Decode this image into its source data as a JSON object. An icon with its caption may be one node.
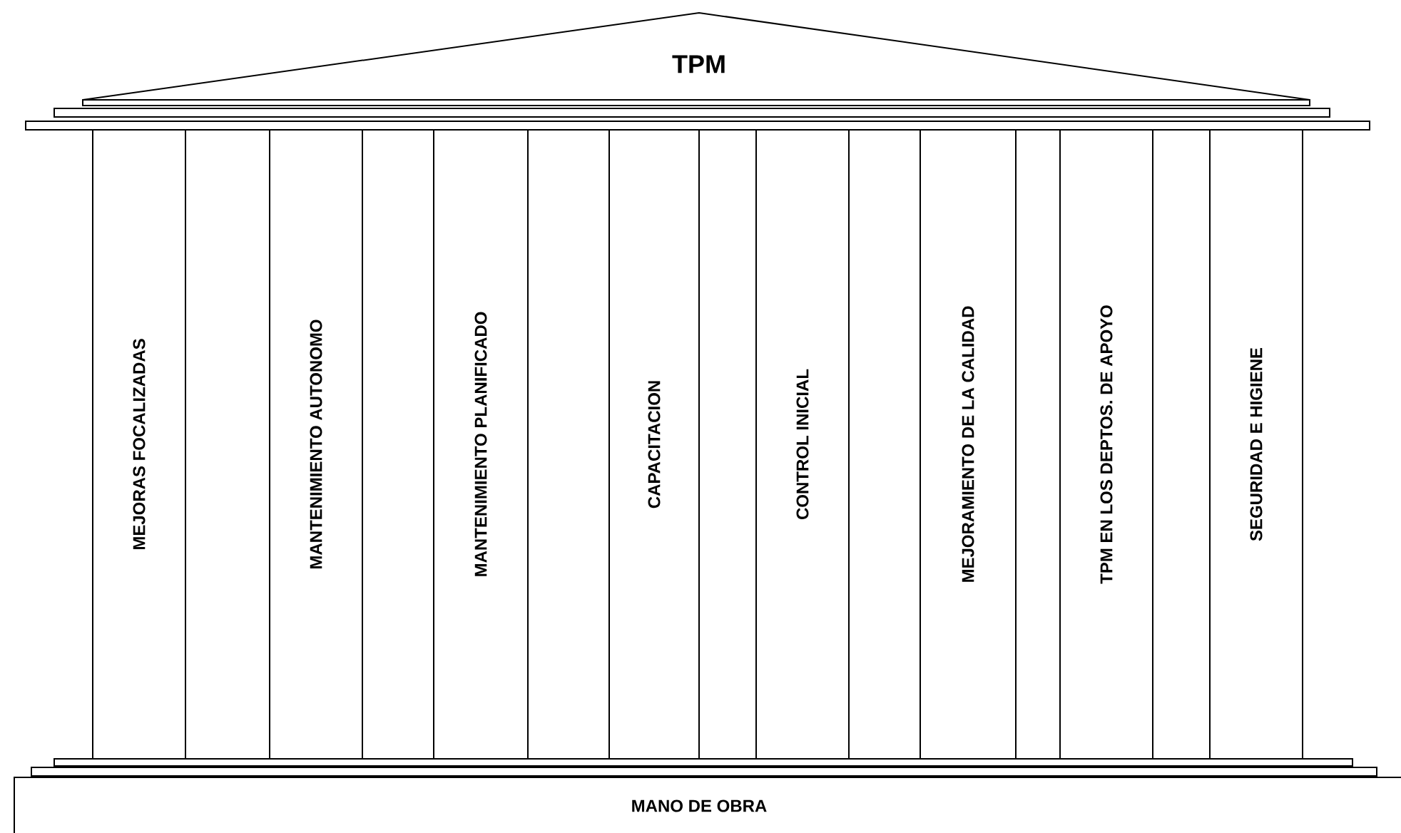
{
  "diagram": {
    "nodes": [
      {
        "text": [
          "TPM"
        ]
      },
      {
        "text": [
          "MEJORAS FOCALIZADAS"
        ]
      },
      {
        "text": [
          "MANTENIMIENTO AUTONOMO"
        ]
      },
      {
        "text": [
          "MANTENIMIENTO PLANIFICADO"
        ]
      },
      {
        "text": [
          "CAPACITACION"
        ]
      },
      {
        "text": [
          "CONTROL INICIAL"
        ]
      },
      {
        "text": [
          "MEJORAMIENTO DE LA CALIDAD"
        ]
      },
      {
        "text": [
          "TPM EN LOS DEPTOS. DE APOYO"
        ]
      },
      {
        "text": [
          "SEGURIDAD  E HIGIENE"
        ]
      },
      {
        "text": [
          "MANO DE OBRA"
        ]
      }
    ]
  }
}
